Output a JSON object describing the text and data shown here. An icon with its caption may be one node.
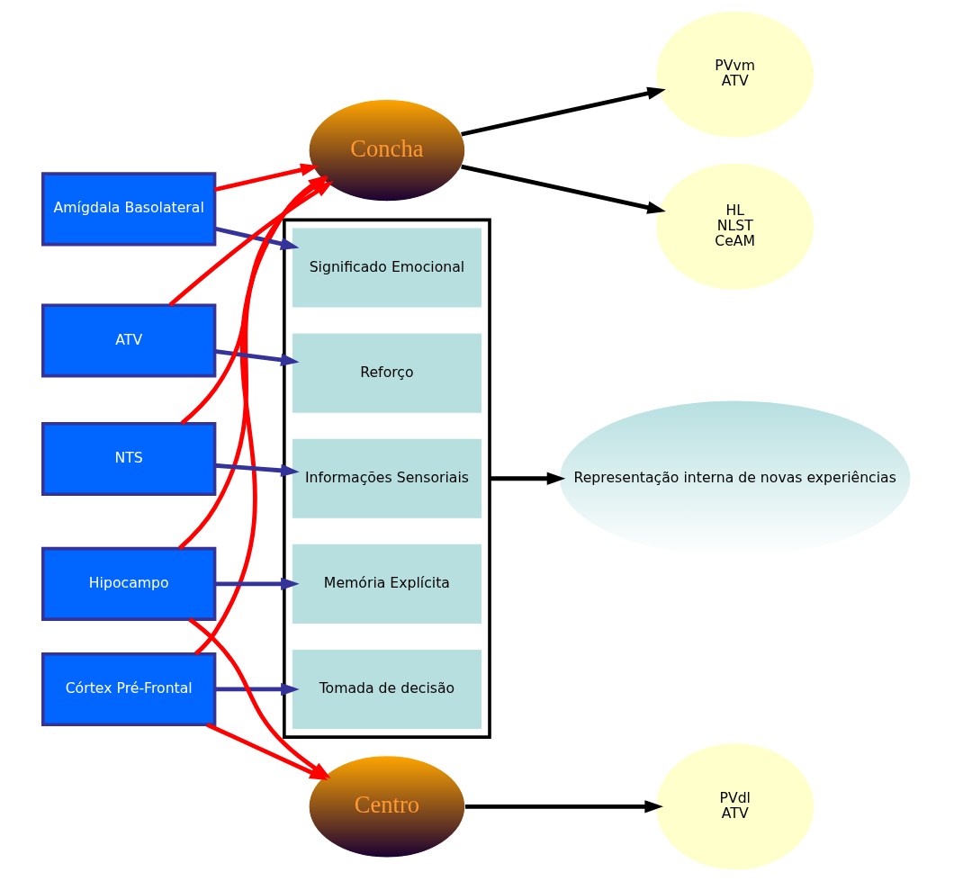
{
  "diagram": {
    "nodes": [
      {
        "text": [],
        "shape": "box"
      },
      {
        "text": [
          "Tomada de decisão"
        ],
        "in": 0
      },
      {
        "text": [
          "Memória Explícita"
        ],
        "in": 0
      },
      {
        "text": [
          "Significado Emocional"
        ],
        "in": 0
      },
      {
        "text": [
          "Reforço"
        ],
        "in": 0
      },
      {
        "text": [
          "Informações Sensoriais"
        ],
        "in": 0
      },
      {
        "text": [
          "Córtex Pré-Frontal"
        ]
      },
      {
        "text": [
          "Hipocampo"
        ]
      },
      {
        "text": [
          "Amígdala Basolateral"
        ]
      },
      {
        "text": [
          "ATV"
        ]
      },
      {
        "text": [
          "NTS"
        ]
      },
      {
        "text": [
          "Representação interna de novas experiências"
        ]
      },
      {
        "text": [
          "Concha"
        ]
      },
      {
        "text": [
          "Centro"
        ]
      },
      {
        "text": [
          "HL",
          "NLST",
          "CeAM"
        ]
      },
      {
        "text": [
          "PVvm",
          "ATV"
        ]
      },
      {
        "text": [
          "PVdl",
          "ATV"
        ]
      }
    ],
    "edges": [
      {
        "from": 6,
        "to": 1,
        "arrow": "to",
        "color": "#333399"
      },
      {
        "from": 7,
        "to": 2,
        "arrow": "to",
        "color": "#333399"
      },
      {
        "from": 8,
        "to": 3,
        "arrow": "to",
        "color": "#333399"
      },
      {
        "from": 9,
        "to": 4,
        "arrow": "to",
        "color": "#333399"
      },
      {
        "from": 10,
        "to": 5,
        "arrow": "to",
        "color": "#333399"
      },
      {
        "from": 0,
        "to": 11,
        "arrow": "to",
        "color": "#000000"
      },
      {
        "from": 6,
        "to": 12,
        "arrow": "to"
      },
      {
        "from": 6,
        "to": 13,
        "arrow": "to"
      },
      {
        "from": 7,
        "to": 12,
        "arrow": "to"
      },
      {
        "from": 7,
        "to": 13,
        "arrow": "to"
      },
      {
        "from": 8,
        "to": 12,
        "arrow": "to"
      },
      {
        "from": 9,
        "to": 12,
        "arrow": "to"
      },
      {
        "from": 10,
        "to": 12,
        "arrow": "to"
      },
      {
        "from": 12,
        "to": 14,
        "arrow": "to",
        "color": "#000000"
      },
      {
        "from": 12,
        "to": 15,
        "arrow": "to",
        "color": "#000000"
      },
      {
        "from": 13,
        "to": 16,
        "arrow": "to",
        "color": "#000000"
      }
    ]
  }
}
